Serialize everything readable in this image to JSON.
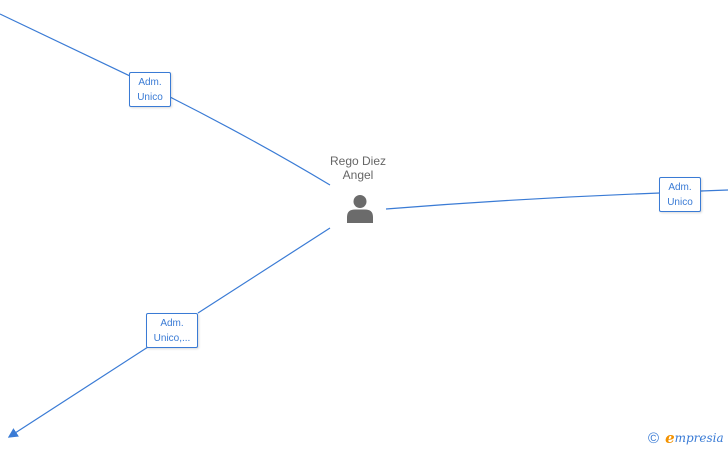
{
  "center_node": {
    "name_line1": "Rego Diez",
    "name_line2": "Angel",
    "icon": "person-icon"
  },
  "edges": [
    {
      "id": "top-left",
      "role_line1": "Adm.",
      "role_line2": "Unico"
    },
    {
      "id": "right",
      "role_line1": "Adm.",
      "role_line2": "Unico"
    },
    {
      "id": "bottom-left",
      "role_line1": "Adm.",
      "role_line2": "Unico,..."
    }
  ],
  "brand": {
    "copyright_symbol": "©",
    "logo_initial": "e",
    "logo_rest": "mpresia"
  },
  "colors": {
    "edge": "#3a7bd5",
    "node_text": "#666666",
    "icon": "#6b6b6b",
    "brand_accent": "#f39200"
  }
}
